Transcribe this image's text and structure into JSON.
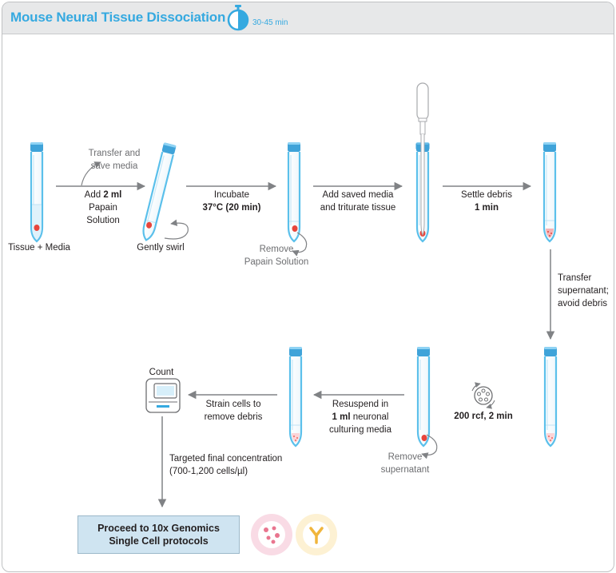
{
  "header": {
    "title": "Mouse Neural Tissue Dissociation",
    "duration": "30-45 min"
  },
  "steps": {
    "tissue_media": "Tissue + Media",
    "transfer_save_line1": "Transfer and",
    "transfer_save_line2": "save media",
    "add_pre": "Add ",
    "add_bold": "2 ml",
    "add_line2": "Papain",
    "add_line3": "Solution",
    "gently_swirl": "Gently swirl",
    "incubate_line1": "Incubate",
    "incubate_line2": "37°C (20 min)",
    "remove_papain_line1": "Remove",
    "remove_papain_line2": "Papain Solution",
    "add_saved_line1": "Add saved media",
    "add_saved_line2": "and triturate tissue",
    "settle_line1": "Settle debris",
    "settle_line2": "1 min",
    "transfer_super_line1": "Transfer",
    "transfer_super_line2": "supernatant;",
    "transfer_super_line3": "avoid debris",
    "centrifuge": "200 rcf, 2 min",
    "remove_super_line1": "Remove",
    "remove_super_line2": "supernatant",
    "resuspend_line1": "Resuspend in",
    "resuspend_bold": "1 ml",
    "resuspend_rest": " neuronal",
    "resuspend_line3": "culturing media",
    "strain_line1": "Strain cells to",
    "strain_line2": "remove debris",
    "count": "Count",
    "target_line1": "Targeted final concentration",
    "target_line2": "(700-1,200 cells/µl)",
    "final_line1": "Proceed to 10x Genomics",
    "final_line2": "Single Cell protocols"
  },
  "colors": {
    "accent": "#35a9e0",
    "tube_fill": "#5bc0eb",
    "cap": "#3fa3d9",
    "tissue": "#e8453c",
    "arrow": "#808285",
    "final_box_bg": "#cfe4f1",
    "pink_circle": "#f9dbe5",
    "yellow_circle": "#fdf1d3"
  }
}
